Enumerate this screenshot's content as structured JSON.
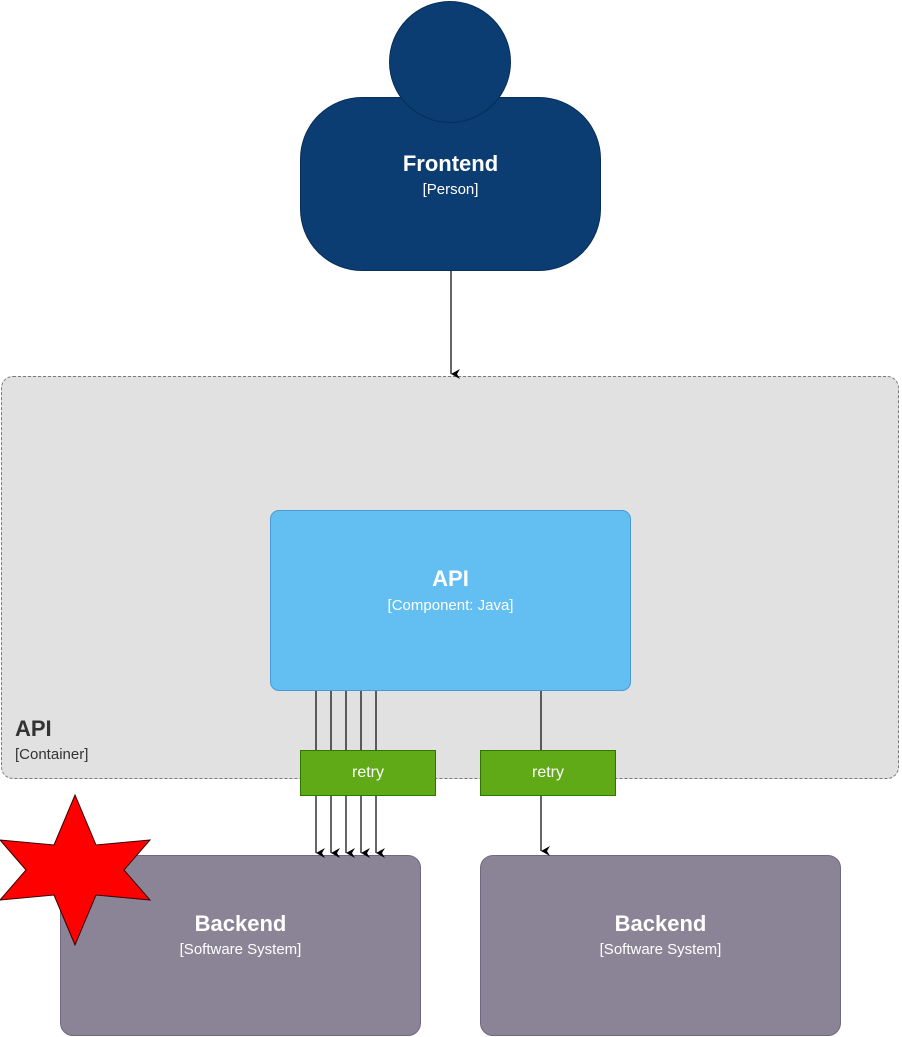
{
  "frontend": {
    "title": "Frontend",
    "subtitle": "[Person]"
  },
  "container": {
    "title": "API",
    "subtitle": "[Container]"
  },
  "component": {
    "title": "API",
    "subtitle": "[Component: Java]"
  },
  "backends": [
    {
      "title": "Backend",
      "subtitle": "[Software System]",
      "status": "failure"
    },
    {
      "title": "Backend",
      "subtitle": "[Software System]"
    }
  ],
  "retry_labels": [
    "retry",
    "retry"
  ],
  "edges": [
    {
      "from": "Frontend",
      "to": "API container"
    },
    {
      "from": "API component",
      "to": "Backend 1",
      "count": 5,
      "label": "retry"
    },
    {
      "from": "API component",
      "to": "Backend 2",
      "count": 1,
      "label": "retry"
    }
  ],
  "colors": {
    "person": "#0b3d73",
    "container_bg": "#e1e1e1",
    "component": "#63bef2",
    "backend": "#8b8496",
    "retry": "#60a917",
    "failure_star": "#ff0000"
  },
  "icons": [
    "failure-star-icon"
  ]
}
